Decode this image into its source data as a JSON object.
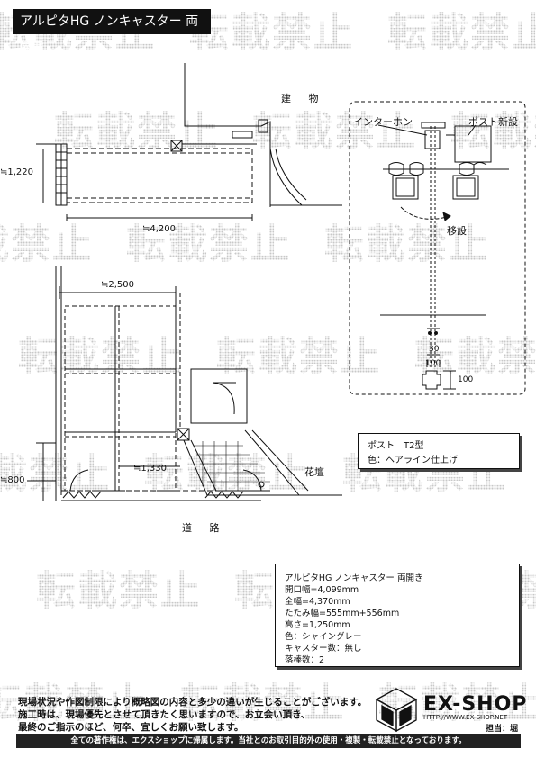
{
  "title": "アルピタHG ノンキャスター 両開き",
  "watermark": "転載禁止",
  "labels": {
    "building": "建 物",
    "road": "道 路",
    "flowerbed": "花壇",
    "dim_width_top": "≒4,200",
    "dim_height_top": "≒1,220",
    "dim_width_bottom": "≒2,500",
    "dim_1330": "≒1,330",
    "dim_800": "≒800",
    "intercom": "インターホン",
    "post_new": "ポスト新設",
    "relocate": "移設",
    "dim_30": "30",
    "dim_100a": "100",
    "dim_100b": "100"
  },
  "post_box": {
    "line1": "ポスト　T2型",
    "line2": "色：ヘアライン仕上げ"
  },
  "spec": {
    "name": "アルピタHG ノンキャスター 両開き",
    "opening": "開口幅=4,099mm",
    "width": "全幅=4,370mm",
    "fold": "たたみ幅=555mm+556mm",
    "height": "高さ=1,250mm",
    "color": "色：シャイングレー",
    "caster": "キャスター数：無し",
    "bars": "落棒数：2"
  },
  "notice": {
    "line1": "現場状況や作図制限により概略図の内容と多少の違いが生じることがございます。",
    "line2": "施工時は、現場優先とさせて頂きたく思いますので、お立会い頂き、",
    "line3": "最終のご指示のほど、何卒、宜しくお願い致します。"
  },
  "footer": "全ての著作権は、エクスショップに帰属します。当社とのお取引目的外の使用・複製・転載禁止となっております。",
  "brand": {
    "name": "EX-SHOP",
    "url": "HTTP://WWW.EX-SHOP.NET",
    "staff": "担当：堀"
  }
}
